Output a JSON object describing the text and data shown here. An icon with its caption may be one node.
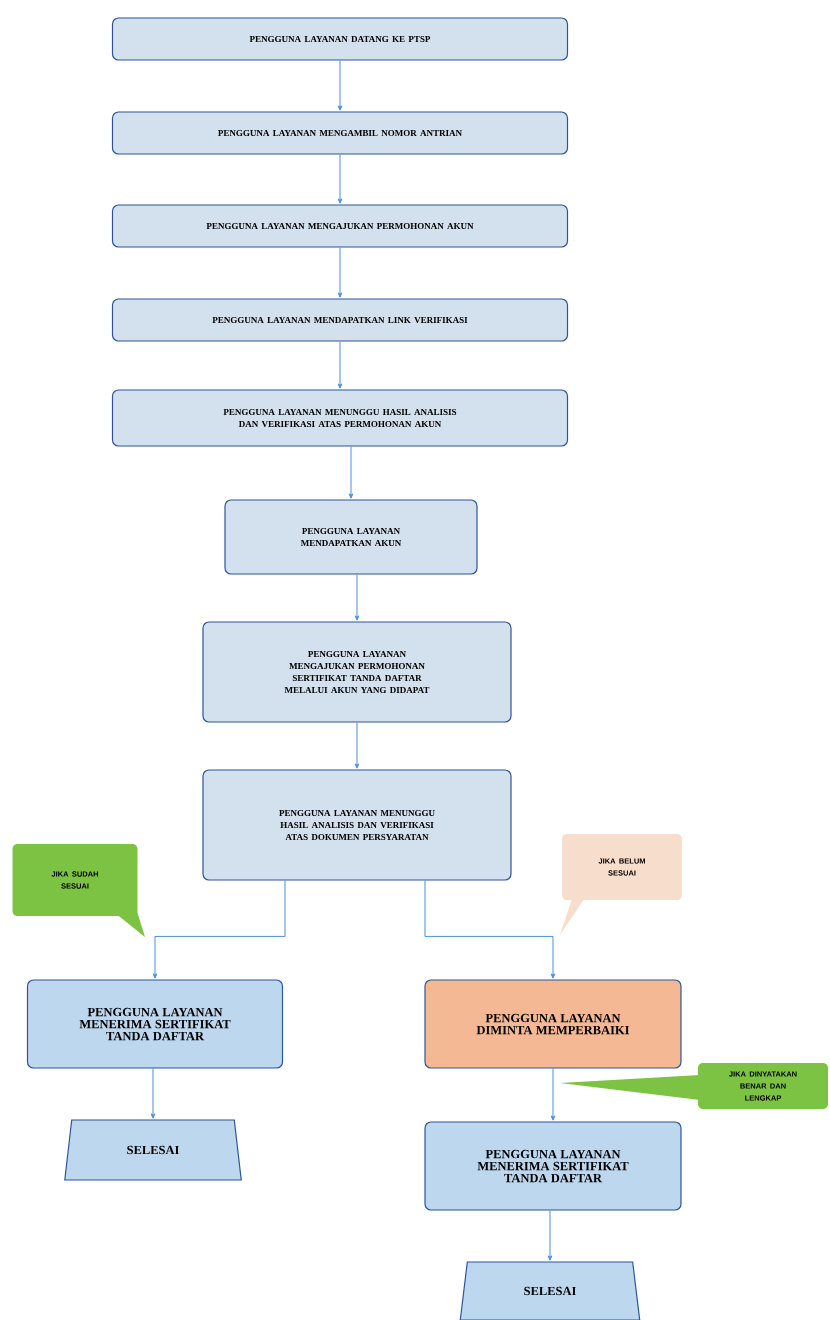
{
  "diagram": {
    "nodes": [
      {
        "text": [
          "PENGGUNA LAYANAN DATANG KE PTSP"
        ]
      },
      {
        "text": [
          "PENGGUNA LAYANAN MENGAMBIL NOMOR ANTRIAN"
        ]
      },
      {
        "text": [
          "PENGGUNA LAYANAN MENGAJUKAN PERMOHONAN AKUN"
        ]
      },
      {
        "text": [
          "PENGGUNA LAYANAN MENDAPATKAN LINK VERIFIKASI"
        ]
      },
      {
        "text": [
          "PENGGUNA LAYANAN MENUNGGU HASIL ANALISIS DAN VERIFIKASI ATAS PERMOHONAN AKUN"
        ]
      },
      {
        "text": [
          "PENGGUNA LAYANAN MENDAPATKAN AKUN"
        ]
      },
      {
        "text": [
          "PENGGUNA LAYANAN MENGAJUKAN PERMOHONAN SERTIFIKAT TANDA DAFTAR MELALUI AKUN YANG DIDAPAT"
        ]
      },
      {
        "text": [
          "PENGGUNA LAYANAN MENUNGGU HASIL ANALISIS DAN VERIFIKASI ATAS DOKUMEN PERSYARATAN"
        ]
      },
      {
        "text": [
          "PENGGUNA LAYANAN MENERIMA SERTIFIKAT TANDA DAFTAR"
        ]
      },
      {
        "text": [
          "PENGGUNA LAYANAN DIMINTA MEMPERBAIKI"
        ]
      },
      {
        "text": [
          "SELESAI"
        ]
      },
      {
        "text": [
          "PENGGUNA LAYANAN MENERIMA SERTIFIKAT TANDA DAFTAR"
        ]
      },
      {
        "text": [
          "SELESAI"
        ]
      },
      {
        "text": [
          "JIKA SUDAH SESUAI"
        ]
      },
      {
        "text": [
          "JIKA BELUM SESUAI"
        ]
      },
      {
        "text": [
          "JIKA DINYATAKAN BENAR DAN LENGKAP"
        ]
      }
    ],
    "edges": [
      {
        "from": 0,
        "to": 1,
        "arrow": "to"
      },
      {
        "from": 1,
        "to": 2,
        "arrow": "to"
      },
      {
        "from": 2,
        "to": 3,
        "arrow": "to"
      },
      {
        "from": 3,
        "to": 4,
        "arrow": "to"
      },
      {
        "from": 4,
        "to": 5,
        "arrow": "to"
      },
      {
        "from": 5,
        "to": 6,
        "arrow": "to"
      },
      {
        "from": 6,
        "to": 7,
        "arrow": "to"
      },
      {
        "from": 7,
        "to": 8,
        "arrow": "to"
      },
      {
        "from": 7,
        "to": 9,
        "arrow": "to"
      },
      {
        "from": 8,
        "to": 10,
        "arrow": "to"
      },
      {
        "from": 9,
        "to": 11,
        "arrow": "to"
      },
      {
        "from": 11,
        "to": 12,
        "arrow": "to"
      }
    ]
  }
}
